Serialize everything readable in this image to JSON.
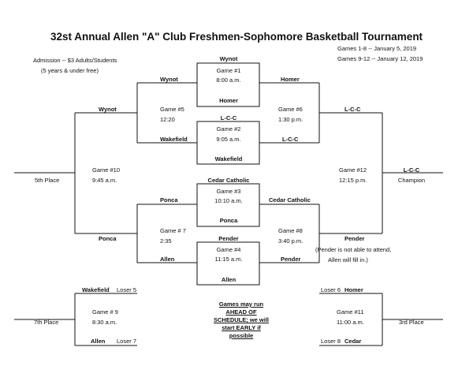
{
  "title": "32st Annual Allen \"A\" Club Freshmen-Sophomore Basketball Tournament",
  "admission": {
    "line1": "Admission -- $3 Adults/Students",
    "line2": "(5 years & under free)"
  },
  "dates": {
    "line1": "Games 1-8 -- January 5, 2019",
    "line2": "Games 9-12 -- January 12, 2019"
  },
  "games": {
    "g1": {
      "name": "Game #1",
      "time": "8:00 a.m.",
      "top": "Wynot",
      "bottom": "Homer"
    },
    "g2": {
      "name": "Game #2",
      "time": "9:05 a.m.",
      "top": "L-C-C",
      "bottom": "Wakefield"
    },
    "g3": {
      "name": "Game #3",
      "time": "10:10 a.m.",
      "top": "Cedar Catholic",
      "bottom": "Ponca"
    },
    "g4": {
      "name": "Game #4",
      "time": "11:15 a.m.",
      "top": "Pender",
      "bottom": "Allen"
    },
    "g5": {
      "name": "Game #5",
      "time": "12:20",
      "top": "Wynot",
      "bottom": "Wakefield"
    },
    "g6": {
      "name": "Game #6",
      "time": "1:30 p.m.",
      "top": "Homer",
      "bottom": "L-C-C"
    },
    "g7": {
      "name": "Game # 7",
      "time": "2:35",
      "top": "Ponca",
      "bottom": "Allen"
    },
    "g8": {
      "name": "Game #8",
      "time": "3:40 p.m.",
      "top": "Cedar Catholic",
      "bottom": "Pender"
    },
    "g9": {
      "name": "Game # 9",
      "time": "8:30 a.m.",
      "top": "Wakefield",
      "top_note": "Loser 5",
      "bottom": "Allen",
      "bottom_note": "Loser 7"
    },
    "g10": {
      "name": "Game #10",
      "time": "9:45 a.m.",
      "top": "Wynot",
      "bottom": "Ponca"
    },
    "g11": {
      "name": "Game #11",
      "time": "11:00 a.m.",
      "top": "Homer",
      "top_note": "Loser 6",
      "bottom": "Cedar",
      "bottom_note": "Loser 8"
    },
    "g12": {
      "name": "Game #12",
      "time": "12:15 p.m.",
      "top": "L-C-C",
      "bottom": "Pender"
    }
  },
  "results": {
    "champion_team": "L-C-C",
    "champion_label": "Champion",
    "fifth": "5th Place",
    "seventh": "7th Place",
    "third": "3rd Place"
  },
  "pender_note": {
    "line1": "(Pender is not able to attend,",
    "line2": "Allen will fill in.)"
  },
  "schedule_note": [
    "Games may run",
    "AHEAD OF",
    "SCHEDULE; we will",
    "start EARLY if",
    "possible"
  ]
}
